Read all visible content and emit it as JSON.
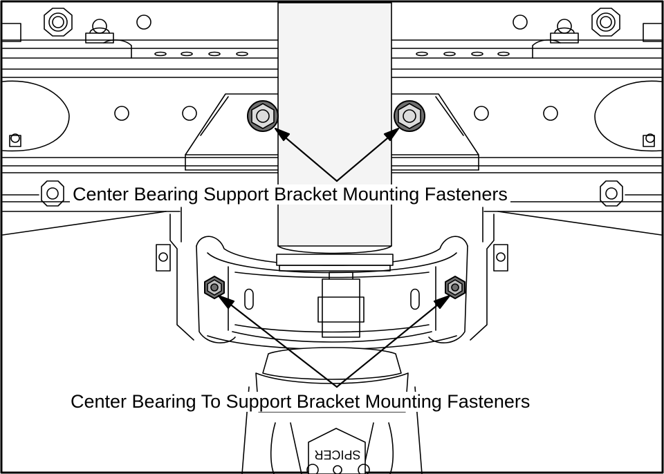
{
  "labels": {
    "top": "Center Bearing Support Bracket Mounting Fasteners",
    "bottom": "Center Bearing To Support Bracket Mounting Fasteners"
  },
  "stamp_text": "SPICER",
  "colors": {
    "line": "#000000",
    "fastener_fill": "#6f6f6f",
    "shaft_fill": "#f2f2f2",
    "background": "#ffffff"
  }
}
